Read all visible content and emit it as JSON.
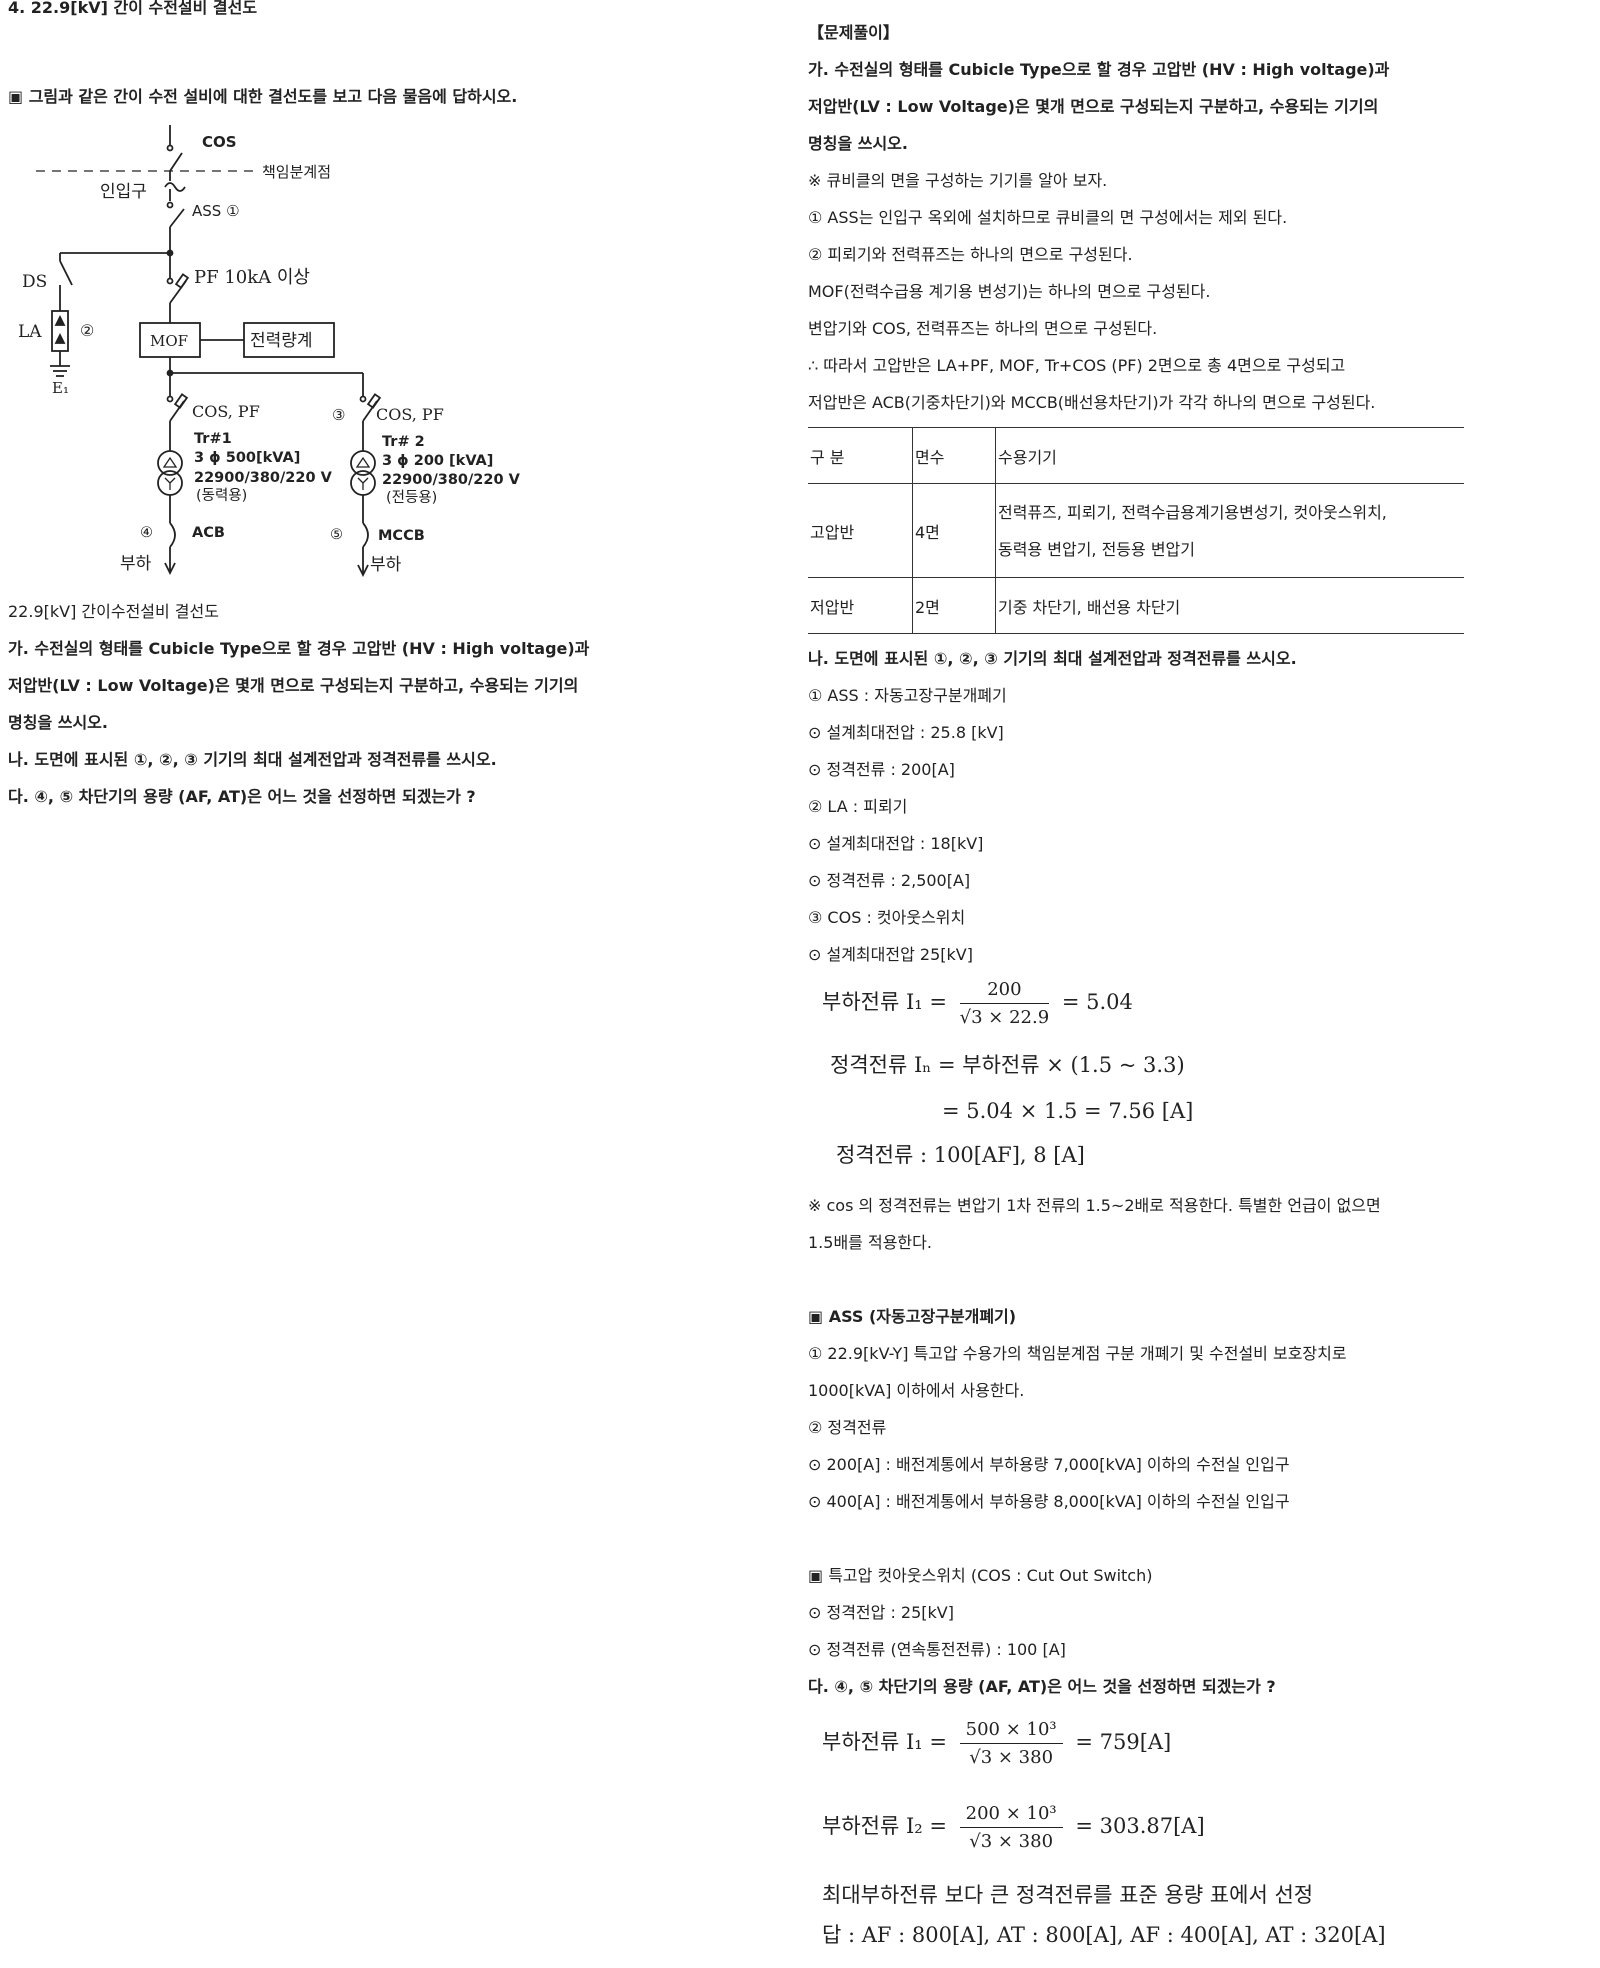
{
  "left": {
    "title": "4. 22.9[kV] 간이 수전설비 결선도",
    "intro": "▣ 그림과 같은 간이 수전 설비에 대한 결선도를 보고 다음 물음에 답하시오.",
    "diagram": {
      "cos": "COS",
      "boundary": "책임분계점",
      "inlet": "인입구",
      "ass": "ASS ①",
      "pf": "PF 10kA 이상",
      "ds": "DS",
      "la": "LA",
      "la_num": "②",
      "mof": "MOF",
      "meter": "전력량계",
      "earth": "E₁",
      "cospf1": "COS, PF",
      "cospf2": "COS, PF",
      "num3": "③",
      "tr1_name": "Tr#1",
      "tr1_cap": "3 ϕ 500[kVA]",
      "tr1_volt": "22900/380/220 V",
      "tr1_use": "(동력용)",
      "tr2_name": "Tr# 2",
      "tr2_cap": "3 ϕ 200 [kVA]",
      "tr2_volt": "22900/380/220 V",
      "tr2_use": "(전등용)",
      "num4": "④",
      "acb": "ACB",
      "num5": "⑤",
      "mccb": "MCCB",
      "load1": "부하",
      "load2": "부하"
    },
    "caption": "22.9[kV] 간이수전설비 결선도",
    "q1a": "가. 수전실의 형태를 Cubicle Type으로 할 경우 고압반 (HV : High voltage)과",
    "q1b": "저압반(LV : Low Voltage)은 몇개 면으로 구성되는지 구분하고, 수용되는 기기의",
    "q1c": "명칭을 쓰시오.",
    "q2": "나. 도면에 표시된 ①, ②, ③ 기기의 최대 설계전압과 정격전류를 쓰시오.",
    "q3": "다. ④, ⑤ 차단기의 용량 (AF, AT)은 어느 것을 선정하면 되겠는가 ?"
  },
  "right": {
    "head": "【문제풀이】",
    "a1": "가. 수전실의 형태를 Cubicle Type으로 할 경우 고압반 (HV : High voltage)과",
    "a2": "저압반(LV : Low Voltage)은 몇개 면으로 구성되는지 구분하고, 수용되는 기기의",
    "a3": "명칭을 쓰시오.",
    "a4": "※ 큐비클의 면을 구성하는 기기를 알아 보자.",
    "a5": "① ASS는 인입구 옥외에 설치하므로 큐비클의 면 구성에서는 제외 된다.",
    "a6": "② 피뢰기와 전력퓨즈는 하나의 면으로 구성된다.",
    "a7": "MOF(전력수급용 계기용 변성기)는 하나의 면으로 구성된다.",
    "a8": "변압기와 COS, 전력퓨즈는 하나의 면으로 구성된다.",
    "a9": "∴ 따라서 고압반은 LA+PF, MOF, Tr+COS (PF) 2면으로 총 4면으로 구성되고",
    "a10": "저압반은 ACB(기중차단기)와 MCCB(배선용차단기)가 각각 하나의 면으로 구성된다.",
    "table": {
      "h1": "구 분",
      "h2": "면수",
      "h3": "수용기기",
      "r1c1": "고압반",
      "r1c2": "4면",
      "r1c3a": "전력퓨즈, 피뢰기, 전력수급용계기용변성기, 컷아웃스위치,",
      "r1c3b": "동력용 변압기, 전등용 변압기",
      "r2c1": "저압반",
      "r2c2": "2면",
      "r2c3": "기중 차단기, 배선용 차단기"
    },
    "b1": "나. 도면에 표시된 ①, ②, ③ 기기의 최대 설계전압과 정격전류를 쓰시오.",
    "b2": "① ASS : 자동고장구분개폐기",
    "b3": "⊙ 설계최대전압 : 25.8 [kV]",
    "b4": "⊙ 정격전류 : 200[A]",
    "b5": "② LA : 피뢰기",
    "b6": "⊙ 설계최대전압 : 18[kV]",
    "b7": "⊙ 정격전류 : 2,500[A]",
    "b8": "③ COS : 컷아웃스위치",
    "b9": "⊙ 설계최대전압 25[kV]",
    "m1_lhs": "부하전류 I₁ =",
    "m1_num": "200",
    "m1_den": "√3 × 22.9",
    "m1_rhs": "= 5.04",
    "m2": "정격전류 Iₙ = 부하전류 × (1.5 ~ 3.3)",
    "m3": "= 5.04 × 1.5 = 7.56 [A]",
    "m4": "정격전류 : 100[AF], 8 [A]",
    "n1": "※ cos 의 정격전류는 변압기 1차 전류의 1.5~2배로 적용한다. 특별한 언급이 없으면",
    "n2": "1.5배를 적용한다.",
    "c1": "▣ ASS (자동고장구분개폐기)",
    "c2": "① 22.9[kV-Y] 특고압 수용가의 책임분계점 구분 개폐기 및 수전설비 보호장치로",
    "c3": "1000[kVA] 이하에서 사용한다.",
    "c4": "② 정격전류",
    "c5": "⊙ 200[A] : 배전계통에서 부하용량 7,000[kVA] 이하의 수전실 인입구",
    "c6": "⊙ 400[A] : 배전계통에서 부하용량 8,000[kVA] 이하의 수전실 인입구",
    "d1": "▣ 특고압 컷아웃스위치 (COS : Cut Out Switch)",
    "d2": "⊙ 정격전압 : 25[kV]",
    "d3": "⊙ 정격전류 (연속통전전류) : 100 [A]",
    "d4": "다. ④, ⑤ 차단기의 용량 (AF, AT)은 어느 것을 선정하면 되겠는가 ?",
    "e1_lhs": "부하전류 I₁ =",
    "e1_num": "500 × 10³",
    "e1_den": "√3 × 380",
    "e1_rhs": "= 759[A]",
    "e2_lhs": "부하전류 I₂ =",
    "e2_num": "200 × 10³",
    "e2_den": "√3 × 380",
    "e2_rhs": "= 303.87[A]",
    "e3": "최대부하전류 보다 큰 정격전류를 표준 용량 표에서 선정",
    "e4": "답 : AF : 800[A], AT : 800[A],   AF : 400[A], AT : 320[A]"
  }
}
